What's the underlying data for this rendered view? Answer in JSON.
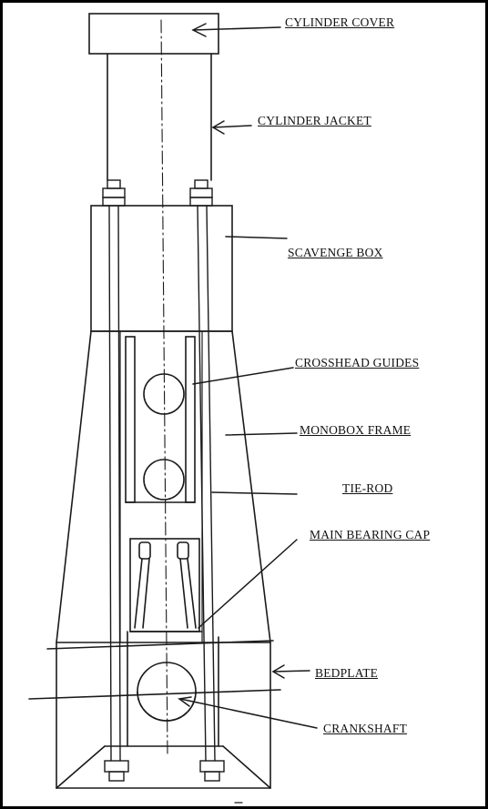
{
  "labels": {
    "cylinder_cover": "CYLINDER COVER",
    "cylinder_jacket": "CYLINDER JACKET",
    "scavenge_box": "SCAVENGE BOX",
    "crosshead_guides": "CROSSHEAD GUIDES",
    "monobox_frame": "MONOBOX FRAME",
    "tie_rod": "TIE-ROD",
    "main_bearing_cap": "MAIN BEARING CAP",
    "bedplate": "BEDPLATE",
    "crankshaft": "CRANKSHAFT"
  }
}
